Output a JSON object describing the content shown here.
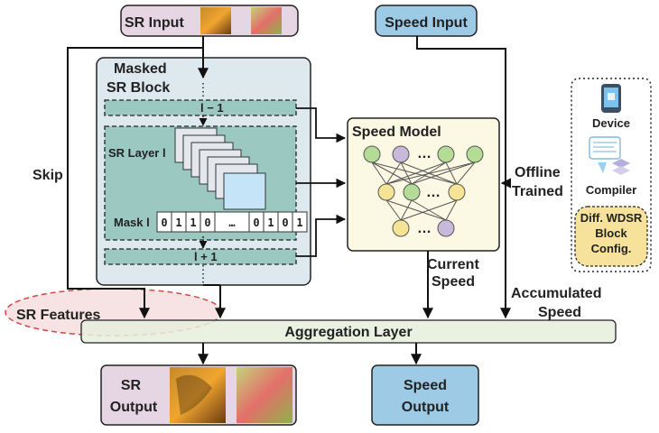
{
  "diagram": {
    "sr_input": "SR Input",
    "speed_input": "Speed Input",
    "masked_block_line1": "Masked",
    "masked_block_line2": "SR Block",
    "layer_prev": "l − 1",
    "layer_next": "l + 1",
    "sr_layer": "SR Layer l",
    "mask_label": "Mask l",
    "mask_values": [
      "0",
      "1",
      "1",
      "0",
      "…",
      "0",
      "1",
      "0",
      "1"
    ],
    "skip": "Skip",
    "sr_features": "SR Features",
    "speed_model": "Speed Model",
    "ellipsis": "…",
    "offline_line1": "Offline",
    "offline_line2": "Trained",
    "device": "Device",
    "compiler": "Compiler",
    "config_line1": "Diff. WDSR",
    "config_line2": "Block",
    "config_line3": "Config.",
    "current_speed_line1": "Current",
    "current_speed_line2": "Speed",
    "accumulated_line1": "Accumulated",
    "accumulated_line2": "Speed",
    "aggregation": "Aggregation Layer",
    "sr_output_line1": "SR",
    "sr_output_line2": "Output",
    "speed_output_line1": "Speed",
    "speed_output_line2": "Output"
  },
  "colors": {
    "pink_box": "#e6d5e2",
    "blue_box": "#9dcbe6",
    "block_bg": "#dde8ef",
    "teal": "#9cc8c2",
    "speed_model_bg": "#fbf8e4",
    "aggregation_bg": "#e6efdc",
    "config_bg": "#f6e29b",
    "node_green": "#b4dc96",
    "node_purple": "#c8b8dc",
    "node_yellow": "#f5e496",
    "sr_features_ellipse": "#f1cccc"
  }
}
